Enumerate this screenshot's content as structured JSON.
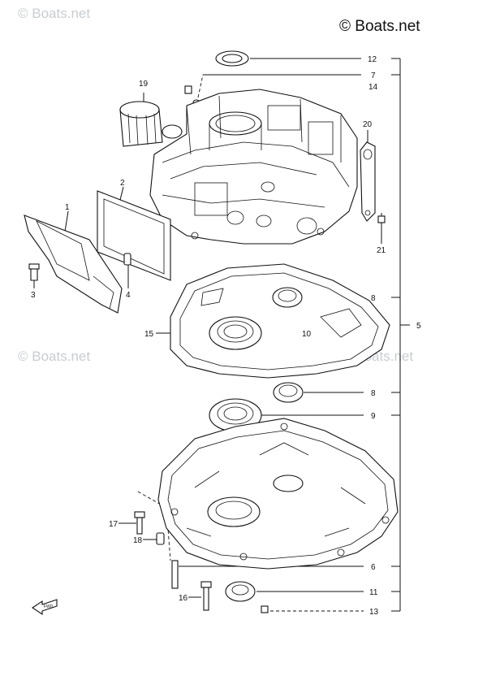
{
  "copyright": "© Boats.net",
  "watermarks": [
    "© Boats.net",
    "© Boats.net",
    "© Boats.net"
  ],
  "fwd_label": "FWD",
  "callouts": [
    "1",
    "2",
    "3",
    "4",
    "5",
    "6",
    "7",
    "8",
    "8",
    "9",
    "10",
    "11",
    "12",
    "13",
    "14",
    "15",
    "16",
    "17",
    "18",
    "19",
    "20",
    "21"
  ]
}
